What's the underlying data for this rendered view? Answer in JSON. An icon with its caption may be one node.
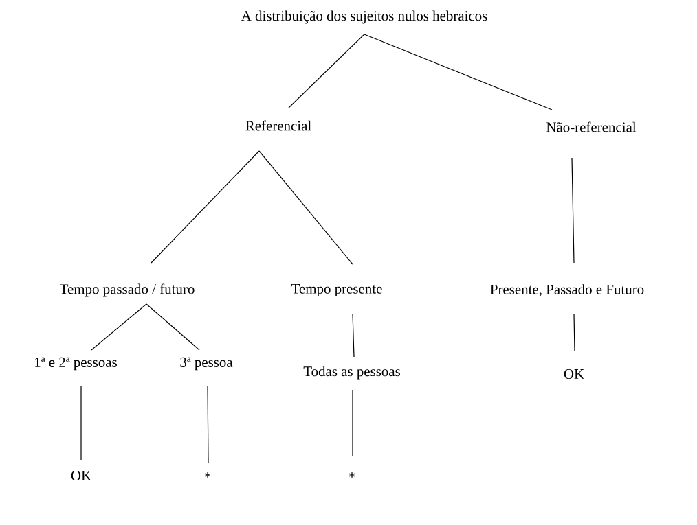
{
  "diagram": {
    "nodes": [
      {
        "text": [
          "A distribuição dos sujeitos nulos hebraicos"
        ]
      },
      {
        "text": [
          "Referencial"
        ]
      },
      {
        "text": [
          "Não-referencial"
        ]
      },
      {
        "text": [
          "Tempo passado / futuro"
        ]
      },
      {
        "text": [
          "Tempo presente"
        ]
      },
      {
        "text": [
          "Presente, Passado e Futuro"
        ]
      },
      {
        "text": [
          "1ª e 2ª pessoas"
        ]
      },
      {
        "text": [
          "3ª pessoa"
        ]
      },
      {
        "text": [
          "Todas as pessoas"
        ]
      },
      {
        "text": [
          "OK"
        ]
      },
      {
        "text": [
          "OK"
        ]
      },
      {
        "text": [
          "*"
        ]
      },
      {
        "text": [
          "*"
        ]
      }
    ],
    "edges": [
      {
        "from": 0,
        "to": 1,
        "arrow": "none"
      },
      {
        "from": 0,
        "to": 2,
        "arrow": "none"
      },
      {
        "from": 1,
        "to": 3,
        "arrow": "none"
      },
      {
        "from": 1,
        "to": 4,
        "arrow": "none"
      },
      {
        "from": 2,
        "to": 5,
        "arrow": "none"
      },
      {
        "from": 3,
        "to": 6,
        "arrow": "none"
      },
      {
        "from": 3,
        "to": 7,
        "arrow": "none"
      },
      {
        "from": 4,
        "to": 8,
        "arrow": "none"
      },
      {
        "from": 5,
        "to": 9,
        "arrow": "none"
      },
      {
        "from": 6,
        "to": 10,
        "arrow": "none"
      },
      {
        "from": 7,
        "to": 11,
        "arrow": "none"
      },
      {
        "from": 8,
        "to": 12,
        "arrow": "none"
      }
    ]
  }
}
